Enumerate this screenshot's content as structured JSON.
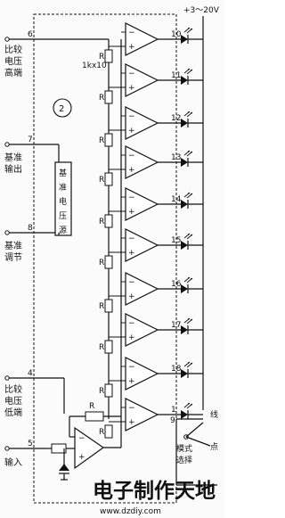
{
  "supply": {
    "label": "+3～20V"
  },
  "left_pins": [
    {
      "number": "6",
      "label_lines": [
        "比较",
        "电压",
        "高端"
      ]
    },
    {
      "number": "7",
      "label_lines": [
        "基准",
        "输出"
      ]
    },
    {
      "number": "8",
      "label_lines": [
        "基准",
        "调节"
      ]
    },
    {
      "number": "4",
      "label_lines": [
        "比较",
        "电压",
        "低端"
      ]
    },
    {
      "number": "5",
      "label_lines": [
        "输入"
      ]
    }
  ],
  "reference_block": {
    "label_lines": [
      "基",
      "准",
      "电",
      "压",
      "源"
    ]
  },
  "resistor_chain": {
    "first_label": "1kx10",
    "labels": [
      "R",
      "R",
      "R",
      "R",
      "R",
      "R",
      "R",
      "R",
      "R",
      "R"
    ]
  },
  "output_pins": [
    "10",
    "11",
    "12",
    "13",
    "14",
    "15",
    "16",
    "17",
    "18",
    "1"
  ],
  "circle_marker": "2",
  "feedback_resistor": "R",
  "mode": {
    "pin": "9",
    "label_lines": [
      "模式",
      "选择"
    ],
    "options": [
      "线",
      "点"
    ]
  },
  "watermark": {
    "line1": "电子制作天地",
    "line2": "www.dzdiy.com"
  },
  "colors": {
    "ink": "#111111",
    "paper": "#fbfbfb"
  }
}
